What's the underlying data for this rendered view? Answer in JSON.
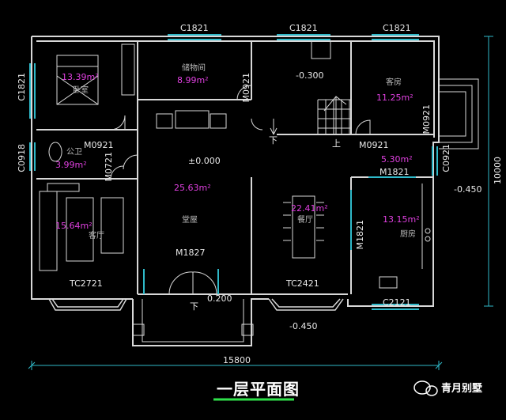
{
  "plan_title": "一层平面图",
  "brand": "青月别墅",
  "rooms": {
    "bedroom": {
      "area": "13.39m²",
      "name": "卧室"
    },
    "storage": {
      "name": "储物间",
      "area": "8.99m²"
    },
    "guest": {
      "name": "客房",
      "area": "11.25m²"
    },
    "bath": {
      "name": "公卫",
      "area": "3.99m²"
    },
    "hall": {
      "name": "堂屋",
      "area": "25.63m²"
    },
    "dining": {
      "name": "餐厅",
      "area": "22.41m²"
    },
    "living": {
      "name": "客厅",
      "area": "15.64m²"
    },
    "kitchen": {
      "name": "厨房",
      "area": "13.15m²"
    },
    "back": {
      "area": "5.30m²"
    }
  },
  "windows": {
    "c1": "C1821",
    "c2": "C1821",
    "c3": "C1821",
    "left": "C1821",
    "c0918": "C0918",
    "c0921": "C0921",
    "tc2721": "TC2721",
    "tc2421": "TC2421",
    "c2121": "C2121"
  },
  "doors": {
    "m0921_store": "M0921",
    "m0921_guest": "M0921",
    "m0921_bed": "M0921",
    "m0921_back": "M0921",
    "m0721": "M0721",
    "m1821_kitchen": "M1821",
    "m1821_v": "M1821",
    "m1827": "M1827"
  },
  "levels": {
    "stair": "-0.300",
    "hall": "±0.000",
    "porch": "0.200",
    "outside": "-0.450",
    "right": "-0.450"
  },
  "stair_marks": {
    "down1": "下",
    "up": "上",
    "down2": "下"
  },
  "dims": {
    "width": "15800",
    "depth": "10000"
  }
}
